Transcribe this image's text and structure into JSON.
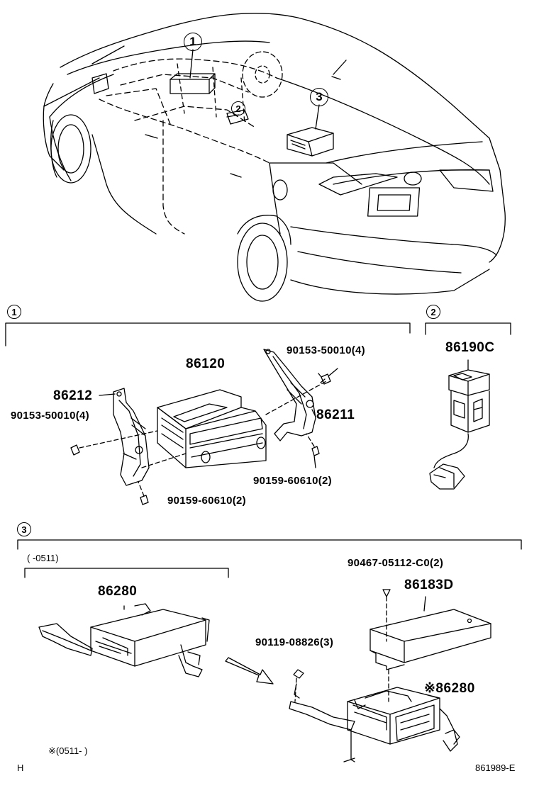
{
  "callouts": {
    "one": "1",
    "two": "2",
    "three": "3"
  },
  "section1": {
    "label": "1",
    "parts": {
      "p86120": "86120",
      "p86212": "86212",
      "p86211": "86211",
      "b_left_top": "90153-50010(4)",
      "b_right_top": "90153-50010(4)",
      "b_right_bot": "90159-60610(2)",
      "b_left_bot": "90159-60610(2)"
    }
  },
  "section2": {
    "label": "2",
    "part": "86190C"
  },
  "section3": {
    "label": "3",
    "date_range_before": "(      -0511)",
    "part_left": "86280",
    "bolt_top": "90467-05112-C0(2)",
    "cover": "86183D",
    "bolt_left": "90119-08826(3)",
    "part_right": "※86280",
    "note": "※(0511-      )"
  },
  "footer": {
    "left": "H",
    "right": "861989-E"
  }
}
